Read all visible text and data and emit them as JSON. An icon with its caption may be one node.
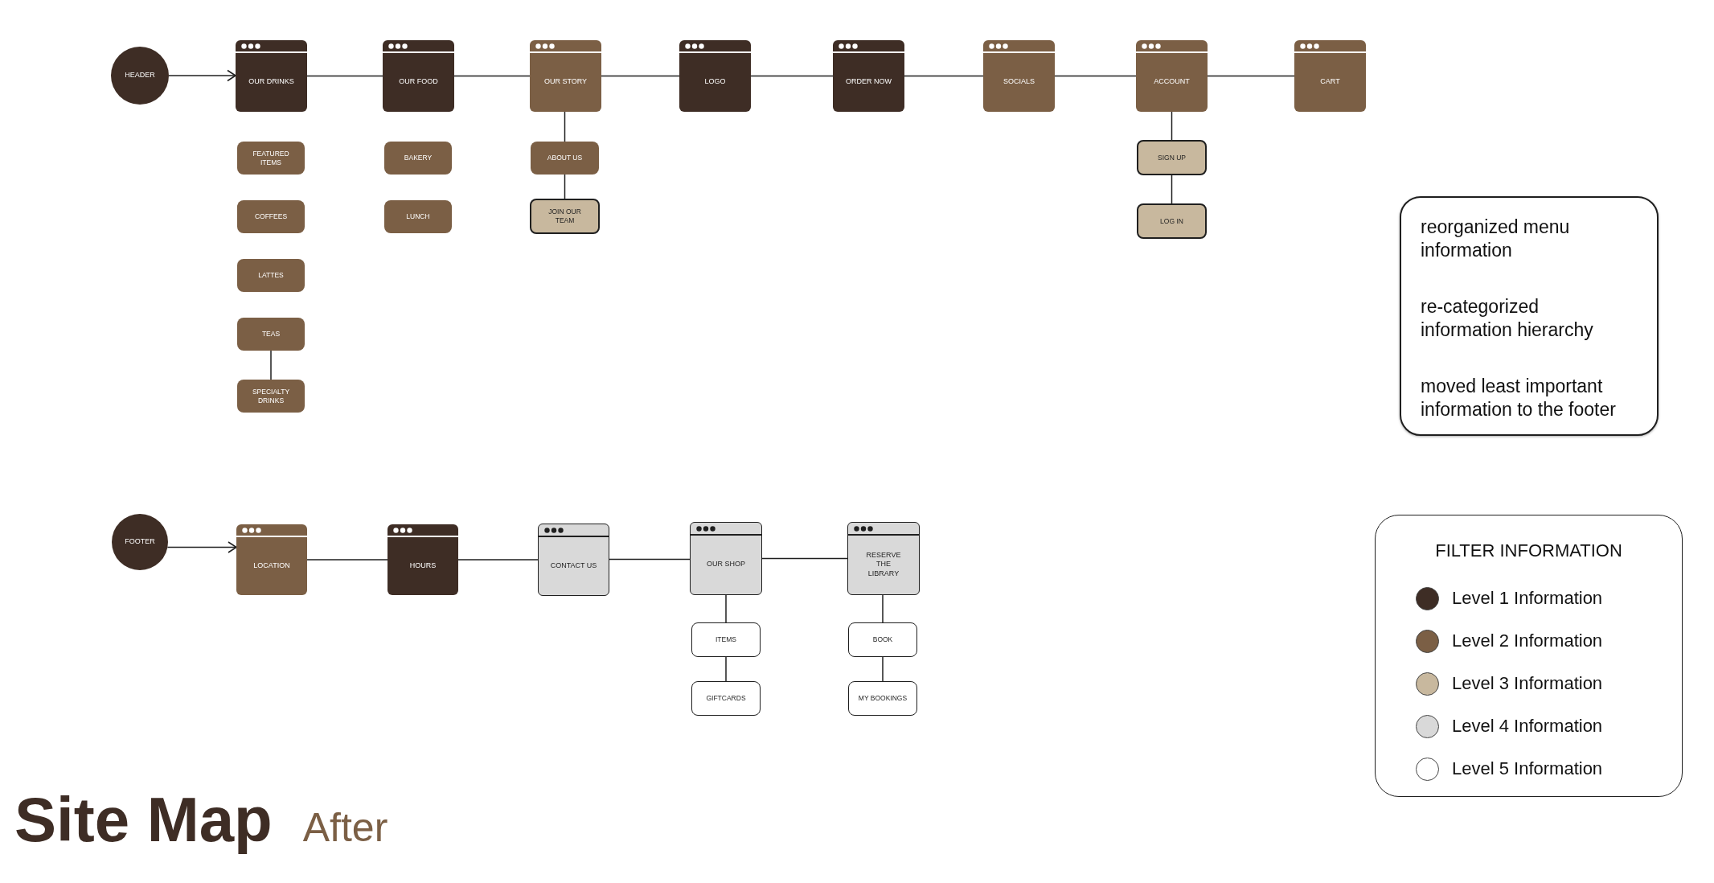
{
  "diagram": {
    "title": "Site Map",
    "nodes": [
      {
        "text": [
          "HEADER"
        ]
      },
      {
        "text": [
          "OUR DRINKS"
        ]
      },
      {
        "text": [
          "OUR FOOD"
        ]
      },
      {
        "text": [
          "OUR STORY"
        ]
      },
      {
        "text": [
          "LOGO"
        ]
      },
      {
        "text": [
          "ORDER NOW"
        ]
      },
      {
        "text": [
          "SOCIALS"
        ]
      },
      {
        "text": [
          "ACCOUNT"
        ]
      },
      {
        "text": [
          "CART"
        ]
      },
      {
        "text": [
          "FEATURED ITEMS"
        ]
      },
      {
        "text": [
          "COFFEES"
        ]
      },
      {
        "text": [
          "LATTES"
        ]
      },
      {
        "text": [
          "TEAS"
        ]
      },
      {
        "text": [
          "SPECIALTY DRINKS"
        ]
      },
      {
        "text": [
          "BAKERY"
        ]
      },
      {
        "text": [
          "LUNCH"
        ]
      },
      {
        "text": [
          "ABOUT US"
        ]
      },
      {
        "text": [
          "JOIN OUR TEAM"
        ]
      },
      {
        "text": [
          "SIGN UP"
        ]
      },
      {
        "text": [
          "LOG IN"
        ]
      },
      {
        "text": [
          "reorganized menu information",
          "re-categorized information hierarchy",
          "moved least important information to the footer"
        ]
      },
      {
        "text": [
          "FOOTER"
        ]
      },
      {
        "text": [
          "LOCATION"
        ]
      },
      {
        "text": [
          "HOURS"
        ]
      },
      {
        "text": [
          "CONTACT US"
        ]
      },
      {
        "text": [
          "OUR SHOP"
        ]
      },
      {
        "text": [
          "RESERVE THE LIBRARY"
        ]
      },
      {
        "text": [
          "ITEMS"
        ]
      },
      {
        "text": [
          "GIFTCARDS"
        ]
      },
      {
        "text": [
          "BOOK"
        ]
      },
      {
        "text": [
          "MY BOOKINGS"
        ]
      }
    ],
    "edges": [
      {
        "from": 0,
        "to": 1,
        "arrow": "to"
      },
      {
        "from": 1,
        "to": 2,
        "arrow": "none"
      },
      {
        "from": 2,
        "to": 3,
        "arrow": "none"
      },
      {
        "from": 3,
        "to": 4,
        "arrow": "none"
      },
      {
        "from": 4,
        "to": 5,
        "arrow": "none"
      },
      {
        "from": 5,
        "to": 6,
        "arrow": "none"
      },
      {
        "from": 6,
        "to": 7,
        "arrow": "none"
      },
      {
        "from": 7,
        "to": 8,
        "arrow": "none"
      },
      {
        "from": 12,
        "to": 13,
        "arrow": "none"
      },
      {
        "from": 3,
        "to": 16,
        "arrow": "none"
      },
      {
        "from": 16,
        "to": 17,
        "arrow": "none"
      },
      {
        "from": 7,
        "to": 18,
        "arrow": "none"
      },
      {
        "from": 18,
        "to": 19,
        "arrow": "none"
      },
      {
        "from": 21,
        "to": 22,
        "arrow": "to"
      },
      {
        "from": 22,
        "to": 23,
        "arrow": "none"
      },
      {
        "from": 23,
        "to": 24,
        "arrow": "none"
      },
      {
        "from": 24,
        "to": 25,
        "arrow": "none"
      },
      {
        "from": 25,
        "to": 26,
        "arrow": "none"
      },
      {
        "from": 25,
        "to": 27,
        "arrow": "none"
      },
      {
        "from": 27,
        "to": 28,
        "arrow": "none"
      },
      {
        "from": 26,
        "to": 29,
        "arrow": "none"
      },
      {
        "from": 29,
        "to": 30,
        "arrow": "none"
      }
    ],
    "labels": [
      "FILTER INFORMATION",
      "After"
    ],
    "legend": [
      {
        "text": "Level 1 Information",
        "color": "#3e2d25"
      },
      {
        "text": "Level 2 Information",
        "color": "#7b5f45"
      },
      {
        "text": "Level 3 Information",
        "color": "#c8b89e"
      },
      {
        "text": "Level 4 Information",
        "color": "#d9d9d9"
      },
      {
        "text": "Level 5 Information",
        "color": "#ffffff"
      }
    ]
  }
}
